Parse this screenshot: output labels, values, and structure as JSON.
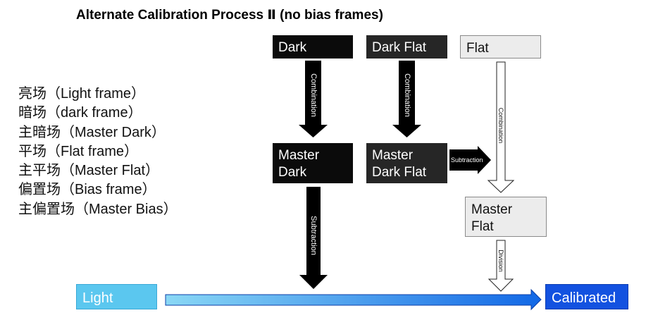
{
  "title": "Alternate Calibration Process Ⅱ (no bias frames)",
  "legend": [
    "亮场（Light frame）",
    "暗场（dark frame）",
    "主暗场（Master Dark）",
    "平场（Flat frame）",
    "主平场（Master Flat）",
    "偏置场（Bias frame）",
    "主偏置场（Master Bias）"
  ],
  "boxes": {
    "dark": "Dark",
    "dark_flat": "Dark Flat",
    "flat": "Flat",
    "master_dark_1": "Master",
    "master_dark_2": "Dark",
    "master_dark_flat_1": "Master",
    "master_dark_flat_2": "Dark Flat",
    "master_flat_1": "Master",
    "master_flat_2": "Flat",
    "light": "Light",
    "calibrated": "Calibrated"
  },
  "arrows": {
    "combination": "Combination",
    "subtraction": "Subtraction",
    "division": "Division"
  },
  "colors": {
    "light": "#5bc7ef",
    "calibrated": "#1352e0",
    "dark_box": "#0b0b0b",
    "grey_box": "#ececec"
  }
}
